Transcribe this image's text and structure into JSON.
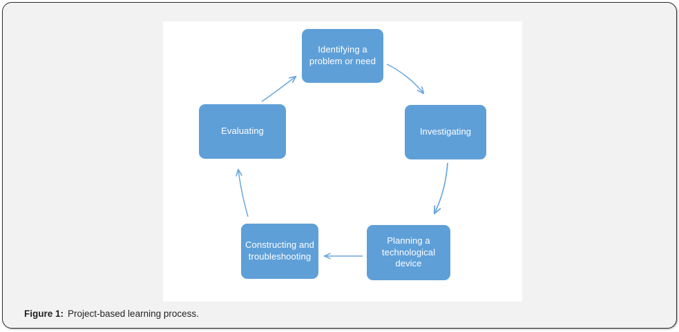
{
  "figure": {
    "caption_label": "Figure 1:",
    "caption_text": "Project-based learning process.",
    "background_color": "#f2f2f2",
    "canvas_color": "#ffffff",
    "border_color": "#2b2b2b"
  },
  "diagram": {
    "type": "cycle-flow",
    "node_fill": "#5e9fd8",
    "node_text_color": "#ffffff",
    "arrow_color": "#5e9fd8",
    "nodes": [
      {
        "id": "identify",
        "label": "Identifying a problem or need"
      },
      {
        "id": "investigate",
        "label": "Investigating"
      },
      {
        "id": "planning",
        "label": "Planning a technological device"
      },
      {
        "id": "construct",
        "label": "Constructing and troubleshooting"
      },
      {
        "id": "evaluate",
        "label": "Evaluating"
      }
    ],
    "edges": [
      {
        "from": "identify",
        "to": "investigate",
        "direction": "down-right"
      },
      {
        "from": "investigate",
        "to": "planning",
        "direction": "down"
      },
      {
        "from": "planning",
        "to": "construct",
        "direction": "left"
      },
      {
        "from": "construct",
        "to": "evaluate",
        "direction": "up"
      },
      {
        "from": "evaluate",
        "to": "identify",
        "direction": "up-right"
      }
    ]
  }
}
